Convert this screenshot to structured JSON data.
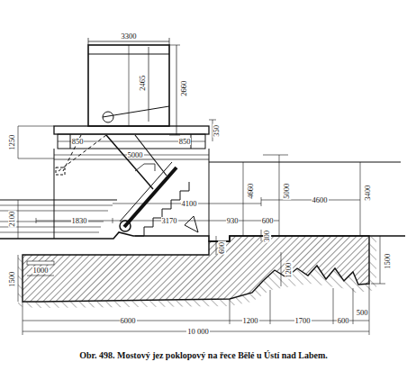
{
  "diagram": {
    "caption": "Obr. 498. Mostový jez poklopový na řece Bělé u Ústí nad Labem.",
    "labels": [
      "3300",
      "2465",
      "2660",
      "1250",
      "850",
      "850",
      "350",
      "5000",
      "4660",
      "5000",
      "3400",
      "4100",
      "4600",
      "2100",
      "1830",
      "3170",
      "930",
      "600",
      "600",
      "300",
      "1500",
      "1500",
      "1000",
      "1200",
      "6000",
      "1200",
      "1700",
      "600",
      "500",
      "10 000"
    ]
  }
}
